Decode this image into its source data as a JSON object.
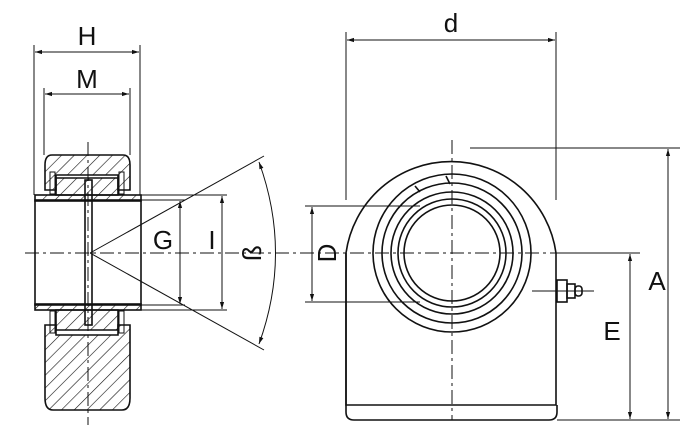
{
  "labels": {
    "H": "H",
    "M": "M",
    "G": "G",
    "I": "I",
    "beta": "ß",
    "D": "D",
    "d": "d",
    "A": "A",
    "E": "E"
  },
  "colors": {
    "line": "#111111",
    "background": "#ffffff"
  }
}
